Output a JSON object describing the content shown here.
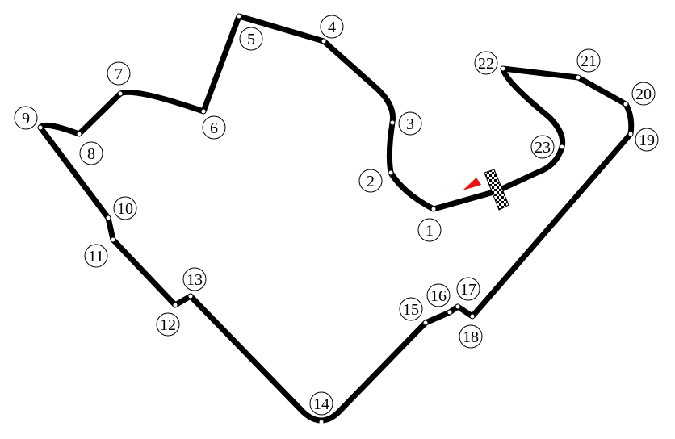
{
  "diagram": {
    "type": "race-circuit-map",
    "track_color": "#000000",
    "direction_arrow_color": "#ee1111",
    "corners": [
      "1",
      "2",
      "3",
      "4",
      "5",
      "6",
      "7",
      "8",
      "9",
      "10",
      "11",
      "12",
      "13",
      "14",
      "15",
      "16",
      "17",
      "18",
      "19",
      "20",
      "21",
      "22",
      "23"
    ]
  }
}
